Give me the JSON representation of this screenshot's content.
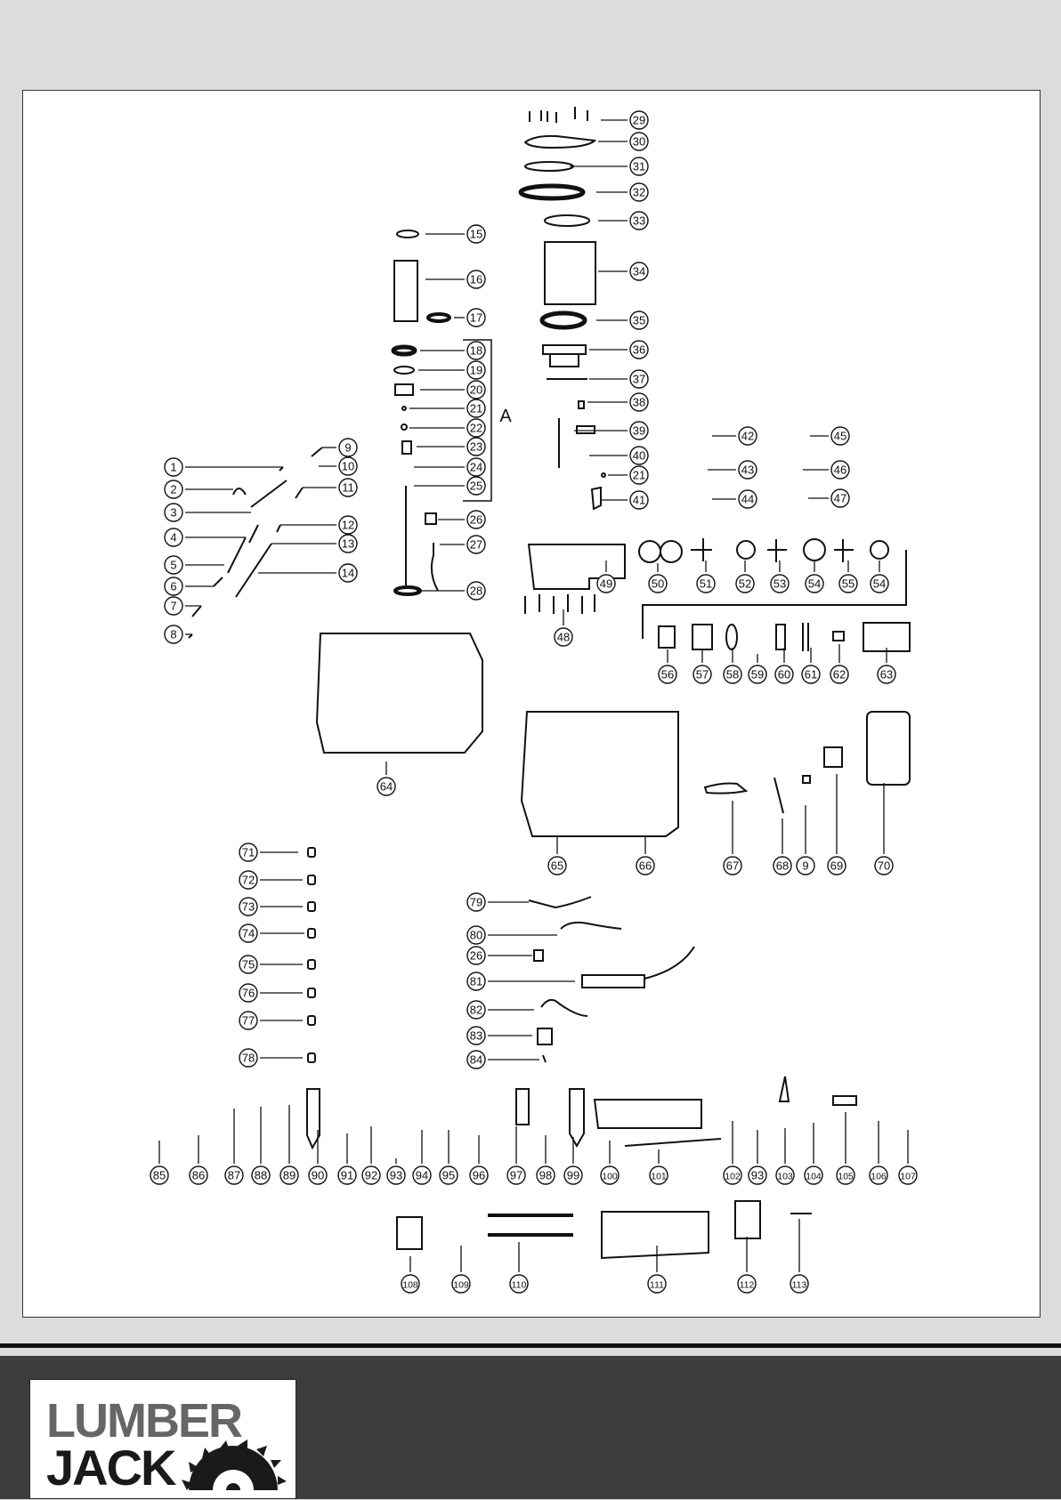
{
  "brand": {
    "line1": "LUMBER",
    "line2": "JACK",
    "primary_color": "#666666",
    "accent_color": "#1a1a1a"
  },
  "diagram": {
    "group_marker": "A",
    "parts": [
      {
        "n": "1"
      },
      {
        "n": "2"
      },
      {
        "n": "3"
      },
      {
        "n": "4"
      },
      {
        "n": "5"
      },
      {
        "n": "6"
      },
      {
        "n": "7"
      },
      {
        "n": "8"
      },
      {
        "n": "9"
      },
      {
        "n": "10"
      },
      {
        "n": "11"
      },
      {
        "n": "12"
      },
      {
        "n": "13"
      },
      {
        "n": "14"
      },
      {
        "n": "15"
      },
      {
        "n": "16"
      },
      {
        "n": "17"
      },
      {
        "n": "18"
      },
      {
        "n": "19"
      },
      {
        "n": "20"
      },
      {
        "n": "21"
      },
      {
        "n": "22"
      },
      {
        "n": "23"
      },
      {
        "n": "24"
      },
      {
        "n": "25"
      },
      {
        "n": "26"
      },
      {
        "n": "27"
      },
      {
        "n": "28"
      },
      {
        "n": "29"
      },
      {
        "n": "30"
      },
      {
        "n": "31"
      },
      {
        "n": "32"
      },
      {
        "n": "33"
      },
      {
        "n": "34"
      },
      {
        "n": "35"
      },
      {
        "n": "36"
      },
      {
        "n": "37"
      },
      {
        "n": "38"
      },
      {
        "n": "39"
      },
      {
        "n": "40"
      },
      {
        "n": "21"
      },
      {
        "n": "41"
      },
      {
        "n": "42"
      },
      {
        "n": "43"
      },
      {
        "n": "44"
      },
      {
        "n": "45"
      },
      {
        "n": "46"
      },
      {
        "n": "47"
      },
      {
        "n": "49"
      },
      {
        "n": "48"
      },
      {
        "n": "50"
      },
      {
        "n": "51"
      },
      {
        "n": "52"
      },
      {
        "n": "53"
      },
      {
        "n": "54"
      },
      {
        "n": "55"
      },
      {
        "n": "54"
      },
      {
        "n": "56"
      },
      {
        "n": "57"
      },
      {
        "n": "58"
      },
      {
        "n": "59"
      },
      {
        "n": "60"
      },
      {
        "n": "61"
      },
      {
        "n": "62"
      },
      {
        "n": "63"
      },
      {
        "n": "64"
      },
      {
        "n": "65"
      },
      {
        "n": "66"
      },
      {
        "n": "67"
      },
      {
        "n": "68"
      },
      {
        "n": "9"
      },
      {
        "n": "69"
      },
      {
        "n": "70"
      },
      {
        "n": "71"
      },
      {
        "n": "72"
      },
      {
        "n": "73"
      },
      {
        "n": "74"
      },
      {
        "n": "75"
      },
      {
        "n": "76"
      },
      {
        "n": "77"
      },
      {
        "n": "78"
      },
      {
        "n": "79"
      },
      {
        "n": "80"
      },
      {
        "n": "26"
      },
      {
        "n": "81"
      },
      {
        "n": "82"
      },
      {
        "n": "83"
      },
      {
        "n": "84"
      },
      {
        "n": "85"
      },
      {
        "n": "86"
      },
      {
        "n": "87"
      },
      {
        "n": "88"
      },
      {
        "n": "89"
      },
      {
        "n": "90"
      },
      {
        "n": "91"
      },
      {
        "n": "92"
      },
      {
        "n": "93"
      },
      {
        "n": "94"
      },
      {
        "n": "95"
      },
      {
        "n": "96"
      },
      {
        "n": "97"
      },
      {
        "n": "98"
      },
      {
        "n": "99"
      },
      {
        "n": "100"
      },
      {
        "n": "101"
      },
      {
        "n": "102"
      },
      {
        "n": "93"
      },
      {
        "n": "103"
      },
      {
        "n": "104"
      },
      {
        "n": "105"
      },
      {
        "n": "106"
      },
      {
        "n": "107"
      },
      {
        "n": "108"
      },
      {
        "n": "109"
      },
      {
        "n": "110"
      },
      {
        "n": "111"
      },
      {
        "n": "112"
      },
      {
        "n": "113"
      }
    ]
  }
}
